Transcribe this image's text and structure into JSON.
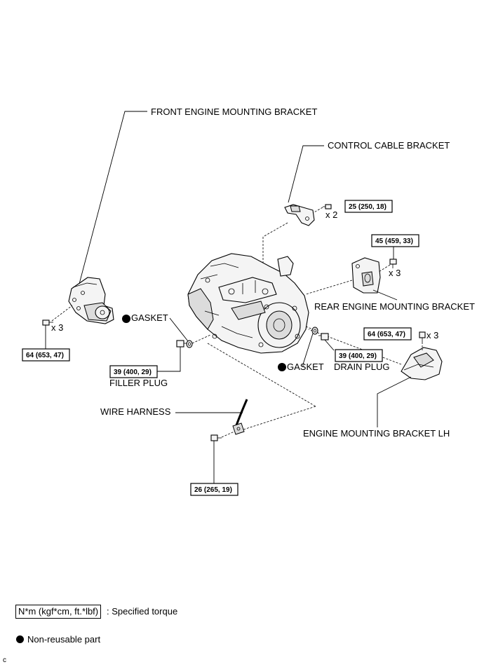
{
  "labels": {
    "front_engine_mounting_bracket": "FRONT ENGINE MOUNTING BRACKET",
    "control_cable_bracket": "CONTROL CABLE BRACKET",
    "rear_engine_mounting_bracket": "REAR ENGINE MOUNTING BRACKET",
    "gasket_left": "GASKET",
    "gasket_right": "GASKET",
    "filler_plug": "FILLER PLUG",
    "drain_plug": "DRAIN PLUG",
    "wire_harness": "WIRE HARNESS",
    "engine_mounting_bracket_lh": "ENGINE MOUNTING BRACKET LH"
  },
  "torques": {
    "front_bracket": "64 (653, 47)",
    "control_cable": "25 (250, 18)",
    "rear_bracket": "45 (459, 33)",
    "lh_bracket": "64 (653, 47)",
    "filler": "39 (400, 29)",
    "drain": "39 (400, 29)",
    "wire_harness": "26 (265, 19)"
  },
  "quantities": {
    "front_bracket": "x 3",
    "control_cable": "x 2",
    "rear_bracket": "x 3",
    "lh_bracket": "x 3"
  },
  "legend": {
    "torque_unit": "N*m (kgf*cm, ft.*lbf)",
    "torque_desc": ": Specified torque",
    "non_reusable": "Non-reusable part"
  },
  "footer": {
    "corner_mark": "c"
  }
}
